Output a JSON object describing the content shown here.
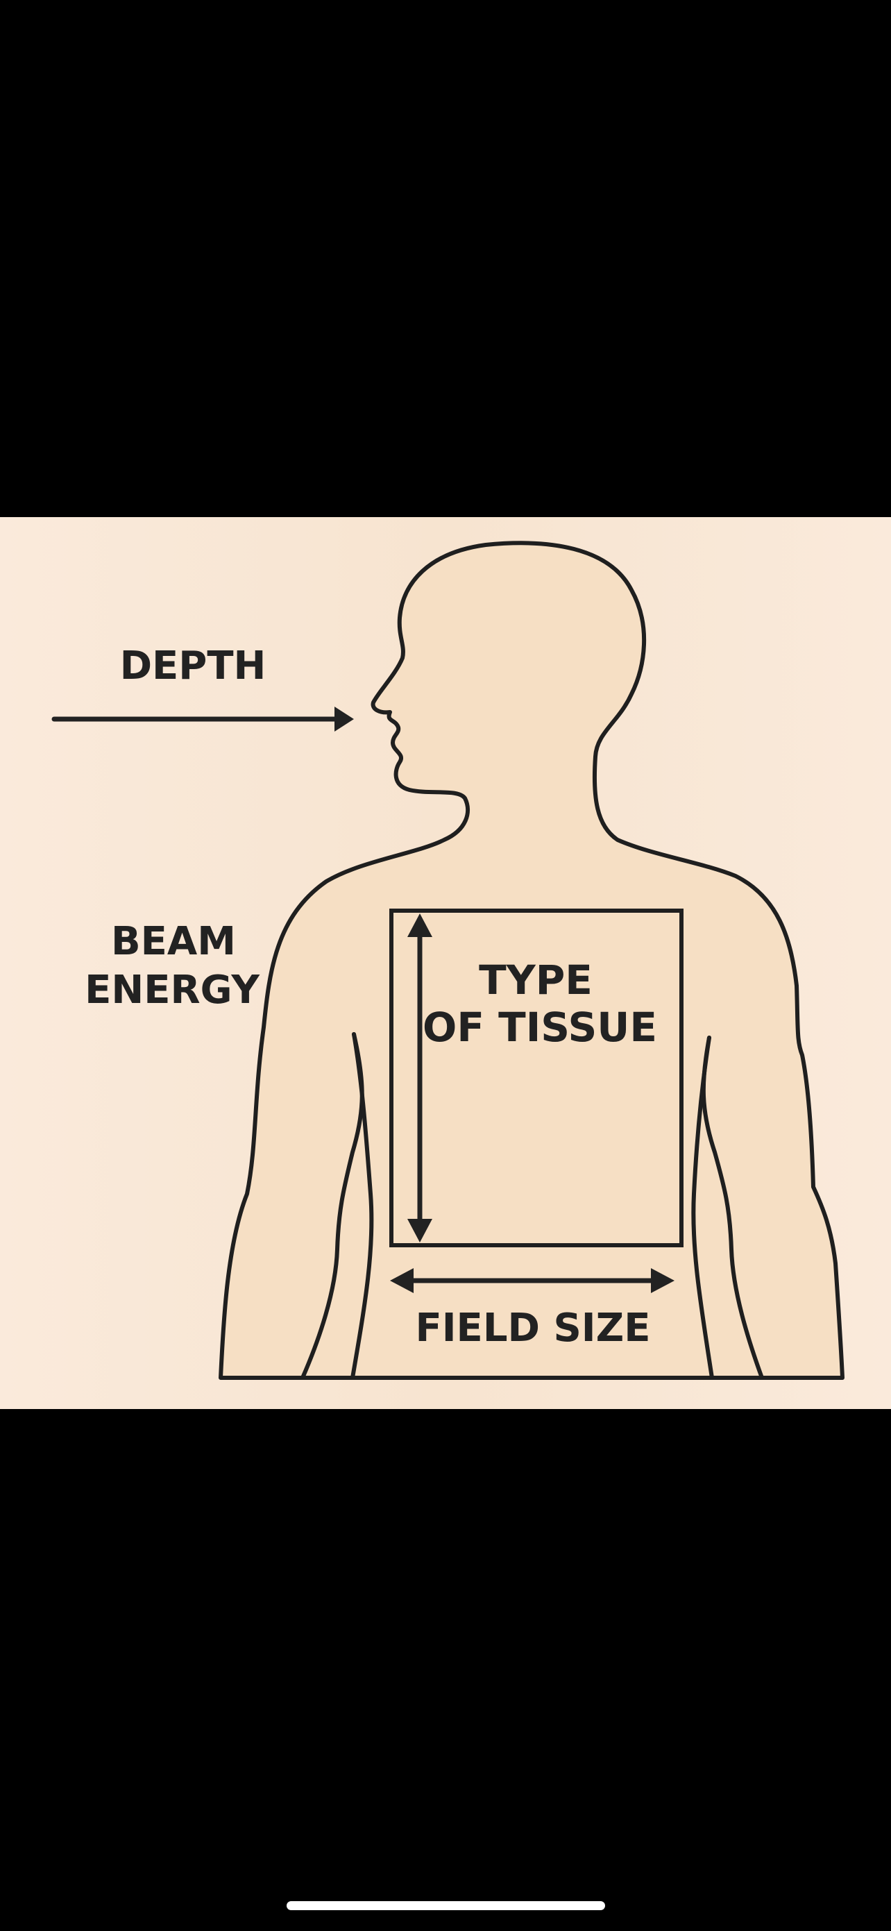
{
  "colors": {
    "background": "#000000",
    "panel": "#F8E8D8",
    "skin": "#F6DFC4",
    "line": "#1F1F1F",
    "text": "#222222",
    "home_indicator": "#FFFFFF"
  },
  "labels": {
    "depth": "DEPTH",
    "beam_energy_line1": "BEAM",
    "beam_energy_line2": "ENERGY",
    "type_of_tissue_line1": "TYPE",
    "type_of_tissue_line2": "OF TISSUE",
    "field_size": "FIELD SIZE"
  }
}
